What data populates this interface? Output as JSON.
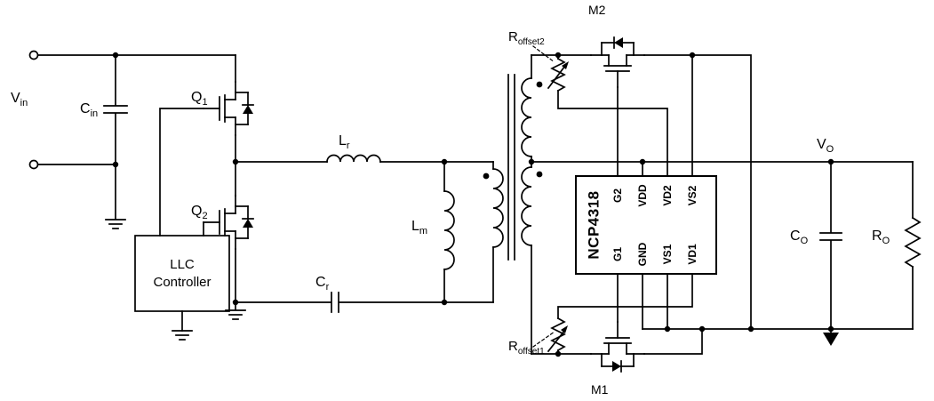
{
  "colors": {
    "wire": "#000000",
    "background": "#ffffff"
  },
  "labels": {
    "vin": {
      "base": "V",
      "sub": "in"
    },
    "cin": {
      "base": "C",
      "sub": "in"
    },
    "q1": {
      "base": "Q",
      "sub": "1"
    },
    "q2": {
      "base": "Q",
      "sub": "2"
    },
    "llc": {
      "line1": "LLC",
      "line2": "Controller"
    },
    "lr": {
      "base": "L",
      "sub": "r"
    },
    "lm": {
      "base": "L",
      "sub": "m"
    },
    "cr": {
      "base": "C",
      "sub": "r"
    },
    "roffset2": {
      "base": "R",
      "sub": "offset2"
    },
    "roffset1": {
      "base": "R",
      "sub": "offset1"
    },
    "m2": "M2",
    "m1": "M1",
    "ic": "NCP4318",
    "pins_top": [
      "G2",
      "VDD",
      "VD2",
      "VS2"
    ],
    "pins_bottom": [
      "G1",
      "GND",
      "VS1",
      "VD1"
    ],
    "vo": {
      "base": "V",
      "sub": "O"
    },
    "co": {
      "base": "C",
      "sub": "O"
    },
    "ro": {
      "base": "R",
      "sub": "O"
    }
  }
}
